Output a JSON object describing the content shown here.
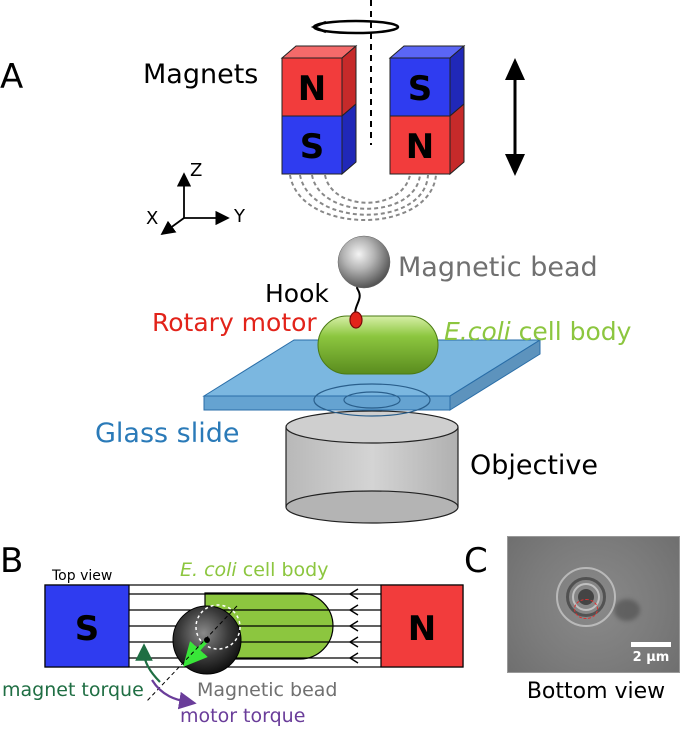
{
  "panel_a": {
    "panel_letter": "A",
    "magnets_label": "Magnets",
    "magnet_left_top": "N",
    "magnet_left_bottom": "S",
    "magnet_right_top": "S",
    "magnet_right_bottom": "N",
    "axis_z": "Z",
    "axis_x": "X",
    "axis_y": "Y",
    "bead_label": "Magnetic bead",
    "hook_label": "Hook",
    "motor_label": "Rotary motor",
    "cell_label_italic": "E.coli",
    "cell_label_rest": " cell body",
    "glass_label": "Glass slide",
    "objective_label": "Objective"
  },
  "panel_b": {
    "panel_letter": "B",
    "top_view_label": "Top view",
    "cell_label_italic": "E. coli",
    "cell_label_rest": " cell body",
    "magnet_left": "S",
    "magnet_right": "N",
    "magnet_torque_label": "magnet torque",
    "bead_label": "Magnetic bead",
    "motor_torque_label": "motor torque"
  },
  "panel_c": {
    "panel_letter": "C",
    "scale_label": "2 µm",
    "bottom_view_label": "Bottom view"
  },
  "colors": {
    "magnet_red": "#f23c3c",
    "magnet_blue": "#2f3cf0",
    "cell_green": "#8cc63f",
    "glass_blue": "#4f9fd6",
    "motor_red": "#e2231a",
    "magnet_torque_green": "#1f6e43",
    "motor_torque_purple": "#6a3d9a",
    "bead_label_gray": "#707070",
    "glass_label_blue": "#2a7ab8"
  }
}
